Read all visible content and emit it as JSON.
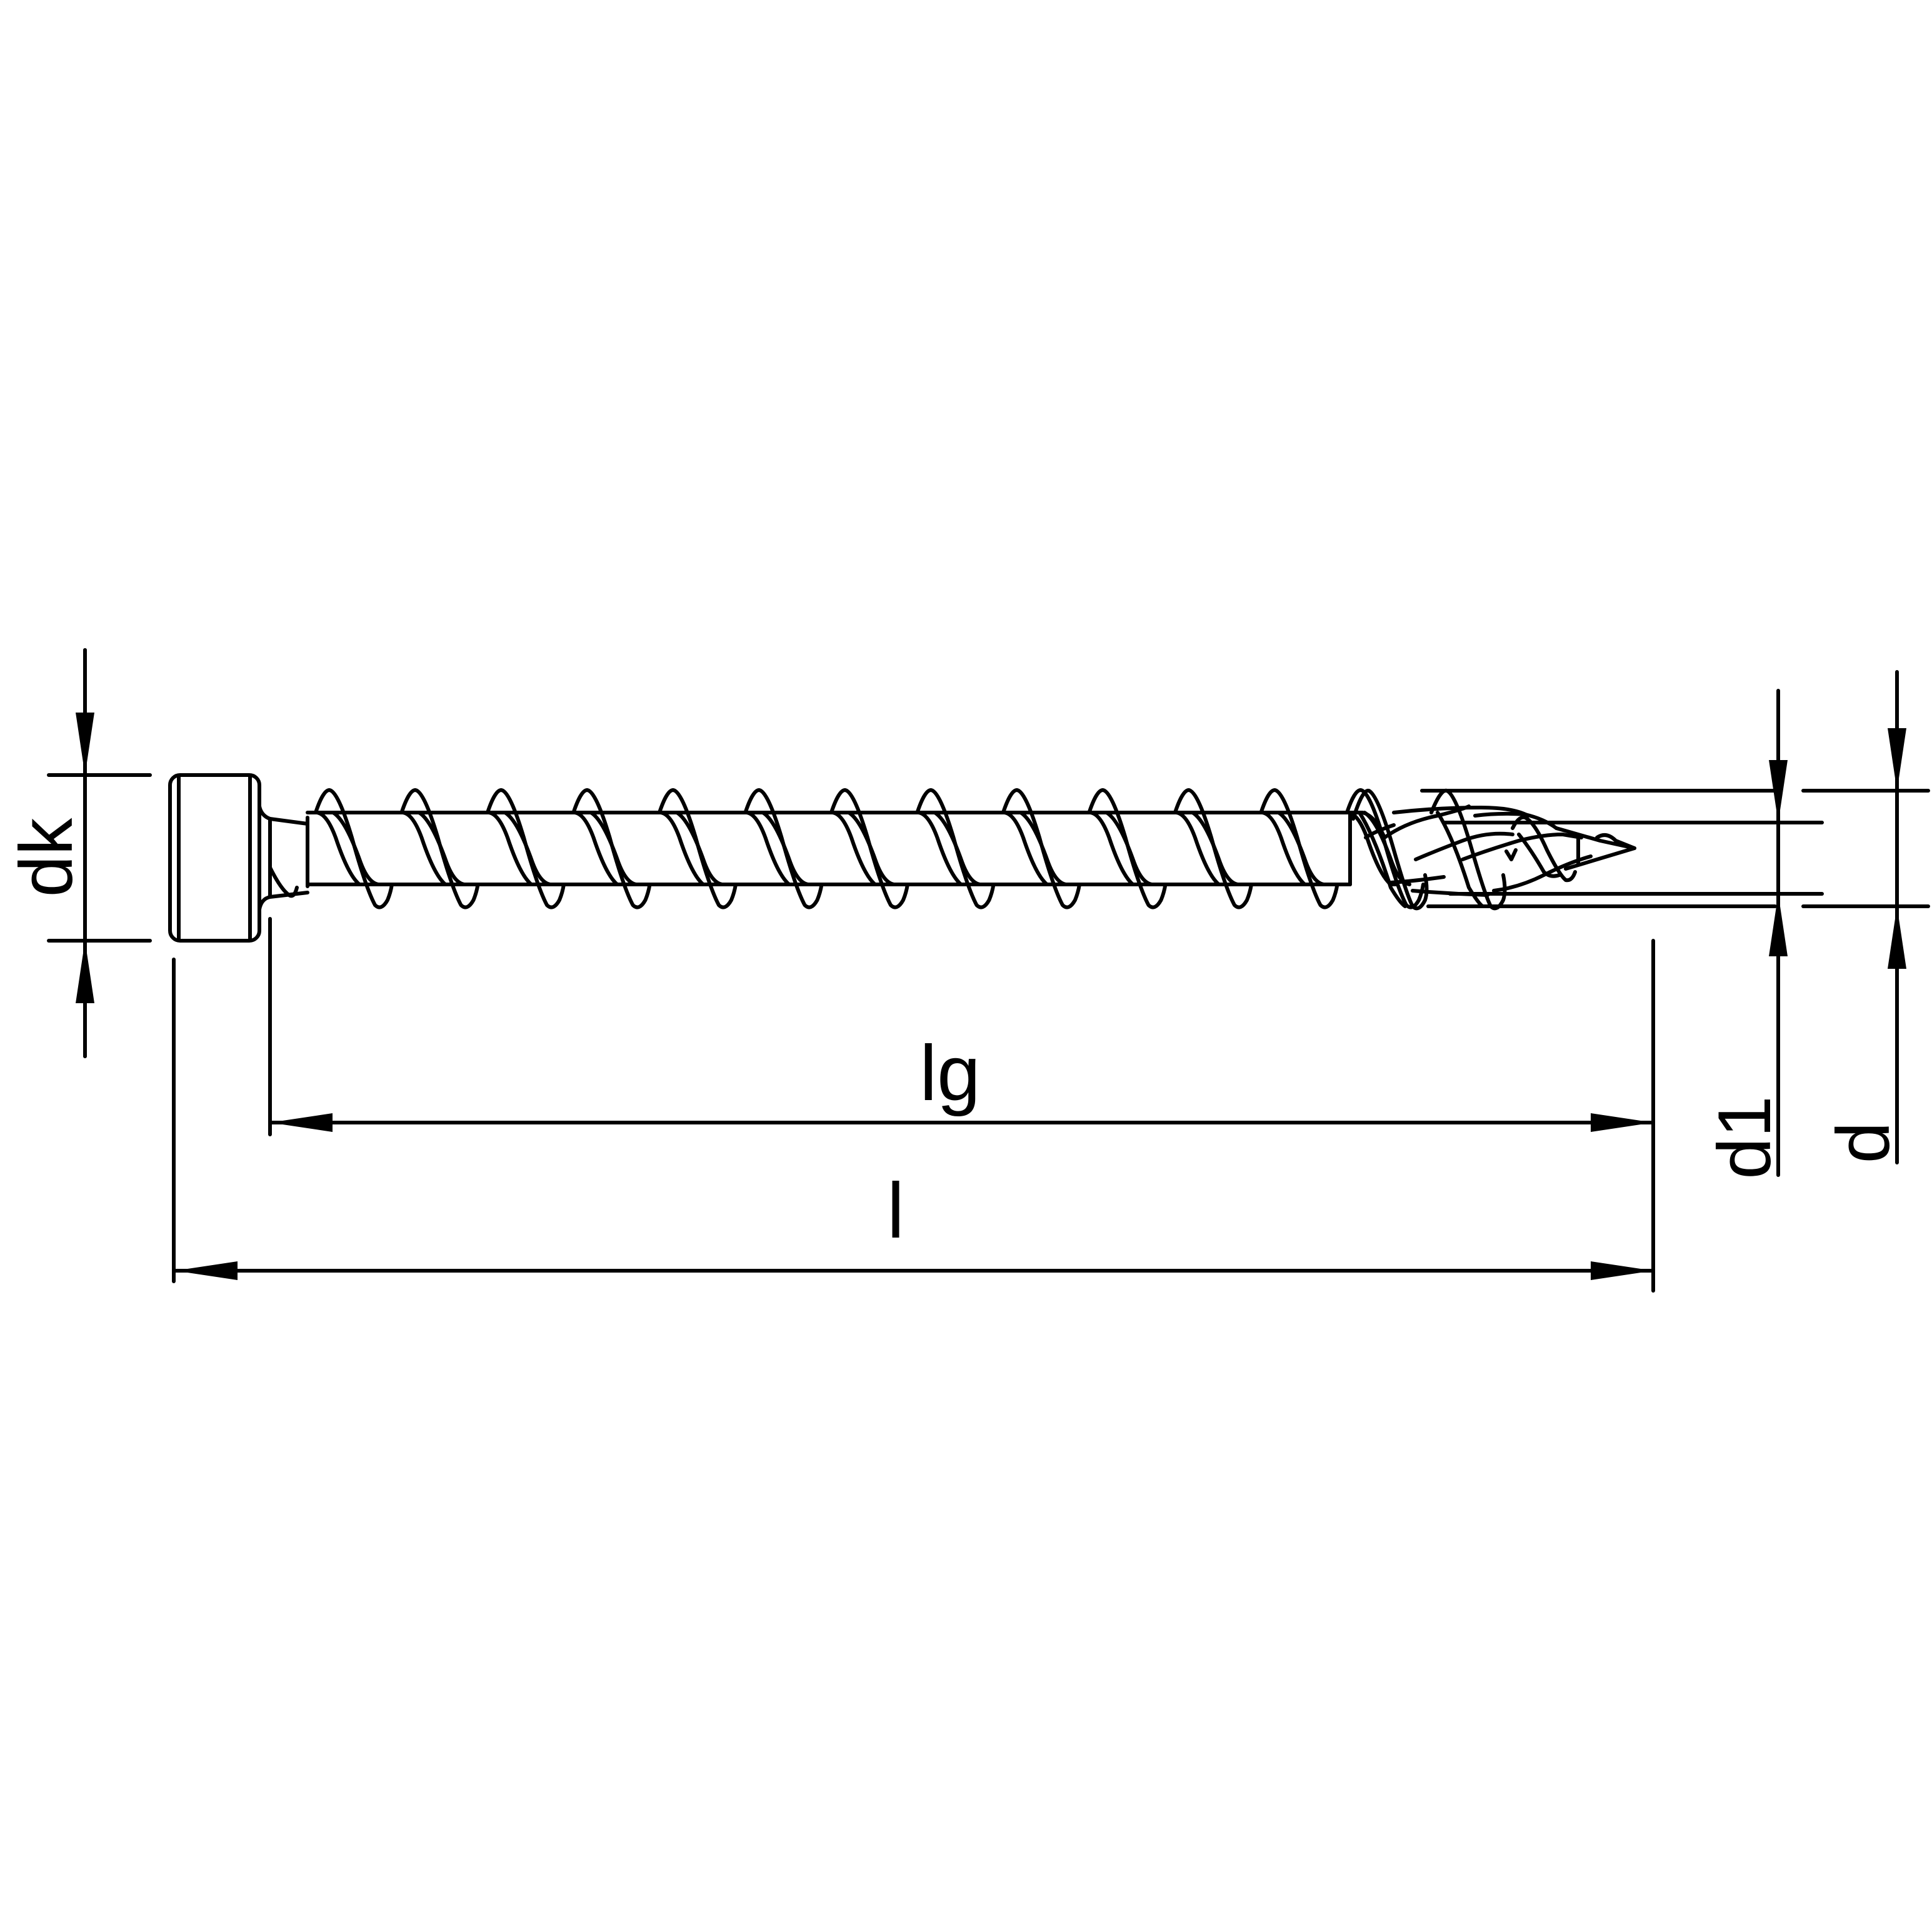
{
  "drawing": {
    "subject": "cylinder-head wood screw with full thread and drill tip",
    "line_color": "#000000",
    "background": "#ffffff"
  },
  "dimensions": {
    "dk": {
      "label": "dk",
      "meaning": "head diameter"
    },
    "lg": {
      "label": "lg",
      "meaning": "thread length"
    },
    "l": {
      "label": "l",
      "meaning": "total length"
    },
    "d1": {
      "label": "d1",
      "meaning": "core diameter"
    },
    "d": {
      "label": "d",
      "meaning": "nominal thread diameter"
    }
  }
}
